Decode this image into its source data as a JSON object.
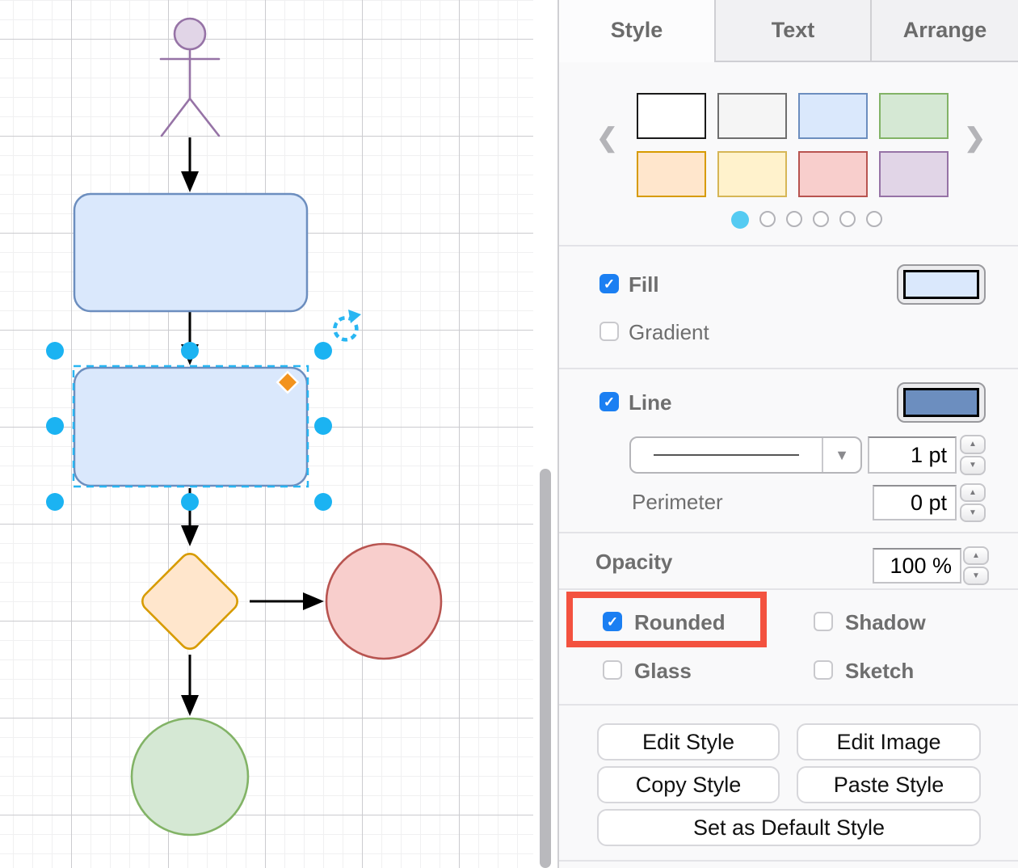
{
  "icons": {
    "check": "✓",
    "dropdown_arrow": "▼",
    "stepper_up": "▲",
    "stepper_down": "▼",
    "prev": "❮",
    "next": "❯"
  },
  "panel": {
    "tabs": [
      {
        "label": "Style",
        "active": true
      },
      {
        "label": "Text",
        "active": false
      },
      {
        "label": "Arrange",
        "active": false
      }
    ],
    "swatches": {
      "items": [
        {
          "name": "white",
          "fill": "#ffffff",
          "border": "#1a1a1a"
        },
        {
          "name": "gray",
          "fill": "#f5f5f5",
          "border": "#6e6e6e"
        },
        {
          "name": "blue",
          "fill": "#dae8fc",
          "border": "#6c8ebf"
        },
        {
          "name": "green",
          "fill": "#d5e8d4",
          "border": "#82b366"
        },
        {
          "name": "orange",
          "fill": "#ffe6cc",
          "border": "#d79b00"
        },
        {
          "name": "yellow",
          "fill": "#fff2cc",
          "border": "#d6b656"
        },
        {
          "name": "red",
          "fill": "#f8cecc",
          "border": "#b85450"
        },
        {
          "name": "purple",
          "fill": "#e1d5e7",
          "border": "#9673a6"
        }
      ],
      "pages": 6,
      "active_page": 0
    },
    "fill": {
      "label": "Fill",
      "checked": true,
      "color": "#dae8fc"
    },
    "gradient": {
      "label": "Gradient",
      "checked": false
    },
    "line": {
      "label": "Line",
      "checked": true,
      "color": "#6c8ebf",
      "width_value": "1 pt",
      "perimeter_label": "Perimeter",
      "perimeter_value": "0 pt"
    },
    "opacity": {
      "label": "Opacity",
      "value": "100 %"
    },
    "toggles": {
      "rounded": {
        "label": "Rounded",
        "checked": true,
        "highlighted": true
      },
      "shadow": {
        "label": "Shadow",
        "checked": false
      },
      "glass": {
        "label": "Glass",
        "checked": false
      },
      "sketch": {
        "label": "Sketch",
        "checked": false
      }
    },
    "buttons": {
      "edit_style": "Edit Style",
      "edit_image": "Edit Image",
      "copy_style": "Copy Style",
      "paste_style": "Paste Style",
      "set_default": "Set as Default Style"
    },
    "annotation_color": "#f3523f"
  },
  "canvas": {
    "actor": {
      "fill": "#e1d5e7",
      "stroke": "#9673a6"
    },
    "process1": {
      "fill": "#dae8fc",
      "stroke": "#6c8ebf"
    },
    "process2": {
      "fill": "#dae8fc",
      "stroke": "#6c8ebf"
    },
    "decision": {
      "fill": "#ffe6cc",
      "stroke": "#d79b00"
    },
    "end_red": {
      "fill": "#f8cecc",
      "stroke": "#b85450"
    },
    "end_green": {
      "fill": "#d5e8d4",
      "stroke": "#82b366"
    },
    "arrow_color": "#000000",
    "selection_color": "#29b6f2",
    "handle_color": "#1bb3f2",
    "radius_handle_color": "#f2931e"
  }
}
